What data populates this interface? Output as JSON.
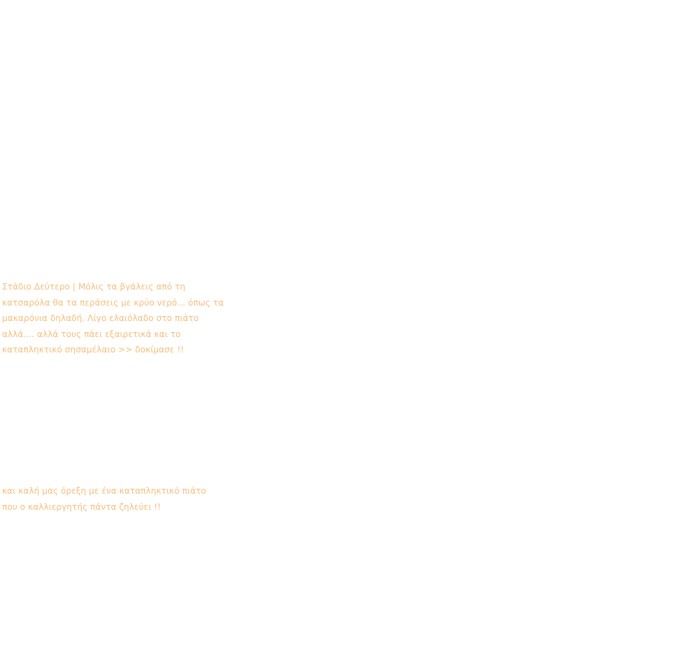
{
  "page": {
    "text_color": "#f5be7c",
    "background_color": "#ffffff"
  },
  "paragraph_one": {
    "lines": [
      "Στάδιο Δεύτερο | Μόλις τα βγάλεις από τη",
      "κατσαρόλα θα τα περάσεις με κρύο νερό... όπως τα",
      "μακαρόνια δηλαδή. Λίγο ελαιόλαδο στο πιάτο",
      "αλλά.... αλλά τους πάει εξαιρετικά και το",
      "καταπληκτικό σησαμέλαιο  >> δοκίμασε !!"
    ]
  },
  "paragraph_two": {
    "lines": [
      "και καλή μας όρεξη με ένα καταπληκτικό πιάτο",
      "που ο καλλιεργητής πάντα ζηλεύει  !!"
    ]
  }
}
